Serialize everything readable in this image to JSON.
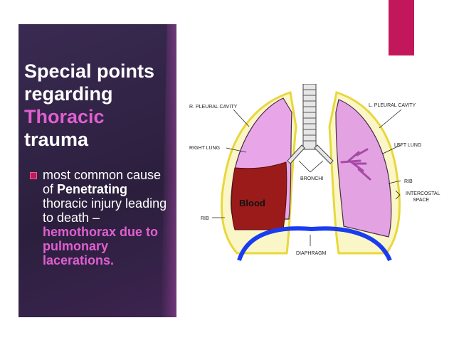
{
  "slide": {
    "title_line1": "Special points",
    "title_line2": "regarding",
    "title_line3": "Thoracic",
    "title_line4": "trauma",
    "bullet_part1": "most common cause of",
    "bullet_bold": "Penetrating",
    "bullet_part2": "thoracic injury leading to death –",
    "bullet_pink": "hemothorax due to pulmonary lacerations."
  },
  "diagram": {
    "labels": {
      "r_pleural": "R. PLEURAL CAVITY",
      "l_pleural": "L. PLEURAL CAVITY",
      "right_lung": "RIGHT LUNG",
      "left_lung": "LEFT LUNG",
      "bronchi": "BRONCHI",
      "rib_right": "RIB",
      "rib_left": "RIB",
      "intercostal1": "INTERCOSTAL",
      "intercostal2": "SPACE",
      "diaphragm": "DIAPHRAGM",
      "blood": "Blood"
    }
  },
  "colors": {
    "accent": "#c2185b",
    "panel": "#2b1f3d",
    "highlight": "#e05fd0",
    "lung": "#e8a6e8",
    "blood": "#9b1b1b",
    "pleura": "#f5e84a",
    "diaphragm": "#1a3cf0"
  }
}
